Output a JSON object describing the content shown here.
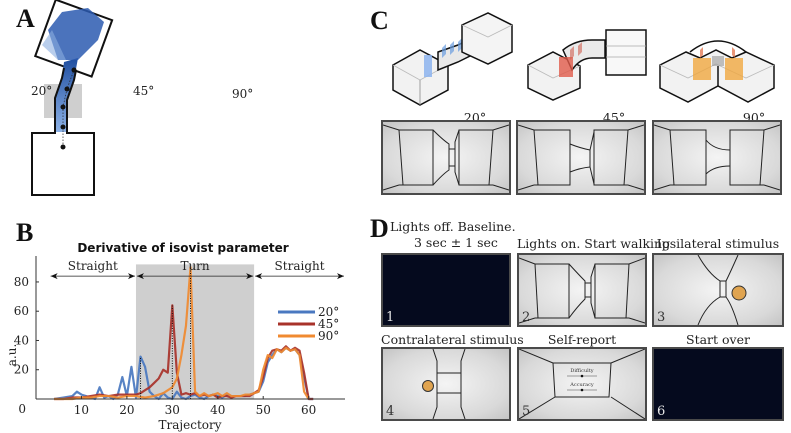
{
  "panels": {
    "A": {
      "letter": "A",
      "conditions": [
        {
          "angle_label": "20°",
          "color": "#3a6cc0"
        },
        {
          "angle_label": "45°",
          "color": "#a8322a"
        },
        {
          "angle_label": "90°",
          "color": "#f08a30"
        }
      ]
    },
    "B": {
      "letter": "B"
    },
    "C": {
      "letter": "C",
      "conditions": [
        {
          "angle_label": "20°",
          "accent": "#6a9ee0"
        },
        {
          "angle_label": "45°",
          "accent": "#e05a4a"
        },
        {
          "angle_label": "90°",
          "accent": "#f0a840"
        }
      ]
    },
    "D": {
      "letter": "D",
      "steps": [
        {
          "number": "1",
          "caption_line1": "Lights off. Baseline.",
          "caption_line2": "3 sec ± 1 sec",
          "screen": "dark"
        },
        {
          "number": "2",
          "caption_line1": "Lights on. Start walking",
          "screen": "corridor"
        },
        {
          "number": "3",
          "caption_line1": "Ipsilateral stimulus",
          "screen": "stimulus-right"
        },
        {
          "number": "4",
          "caption_line1": "Contralateral stimulus",
          "screen": "stimulus-left"
        },
        {
          "number": "5",
          "caption_line1": "Self-report",
          "screen": "report",
          "report_items": [
            "Difficulty",
            "Accuracy"
          ]
        },
        {
          "number": "6",
          "caption_line1": "Start over",
          "screen": "dark"
        }
      ],
      "stimulus_color": "#e0a450"
    }
  },
  "chart_data": {
    "type": "line",
    "title": "Derivative of isovist parameter",
    "xlabel": "Trajectory",
    "ylabel": "a.u.",
    "xlim": [
      0,
      68
    ],
    "ylim": [
      0,
      95
    ],
    "xticks": [
      10,
      20,
      30,
      40,
      50,
      60
    ],
    "yticks": [
      0,
      20,
      40,
      60,
      80
    ],
    "legend_position": "right",
    "shaded_region": {
      "x": [
        22,
        48
      ],
      "label": "Turn"
    },
    "phase_annotations": [
      {
        "label": "Straight",
        "x_range": [
          3,
          22
        ]
      },
      {
        "label": "Turn",
        "x_range": [
          22,
          48
        ]
      },
      {
        "label": "Straight",
        "x_range": [
          48,
          68
        ]
      }
    ],
    "peak_markers": [
      {
        "series": "20°",
        "x": 23,
        "y": 29
      },
      {
        "series": "45°",
        "x": 30,
        "y": 64
      },
      {
        "series": "90°",
        "x": 34,
        "y": 90
      }
    ],
    "series": [
      {
        "name": "20°",
        "color": "#4a78c0",
        "x": [
          4,
          6,
          8,
          9,
          10,
          11,
          12,
          13,
          14,
          15,
          16,
          17,
          18,
          19,
          20,
          21,
          22,
          23,
          24,
          25,
          26,
          27,
          28,
          29,
          30,
          31,
          32,
          33,
          34,
          35,
          36,
          37,
          38,
          39,
          40,
          41,
          42,
          43,
          44,
          45,
          46,
          47,
          48,
          49,
          50,
          51,
          52,
          53,
          54,
          55,
          56,
          57,
          58,
          59,
          60,
          61
        ],
        "y": [
          0,
          1,
          2,
          5,
          3,
          2,
          1,
          0,
          8,
          1,
          2,
          0,
          3,
          15,
          2,
          22,
          1,
          29,
          22,
          5,
          2,
          0,
          4,
          1,
          0,
          5,
          1,
          0,
          2,
          3,
          1,
          0,
          2,
          3,
          2,
          1,
          3,
          2,
          2,
          2,
          2,
          3,
          4,
          5,
          12,
          25,
          30,
          34,
          32,
          35,
          33,
          34,
          30,
          15,
          0,
          0
        ]
      },
      {
        "name": "45°",
        "color": "#a8322a",
        "x": [
          4,
          6,
          8,
          10,
          12,
          14,
          16,
          18,
          20,
          22,
          23,
          24,
          25,
          26,
          27,
          28,
          29,
          30,
          31,
          32,
          33,
          34,
          35,
          36,
          37,
          38,
          39,
          40,
          41,
          42,
          43,
          44,
          45,
          46,
          47,
          48,
          49,
          50,
          51,
          52,
          53,
          54,
          55,
          56,
          57,
          58,
          59,
          60,
          61
        ],
        "y": [
          0,
          0,
          1,
          1,
          2,
          3,
          2,
          3,
          3,
          3,
          4,
          6,
          8,
          11,
          14,
          20,
          18,
          64,
          18,
          3,
          4,
          3,
          4,
          2,
          3,
          2,
          3,
          1,
          2,
          2,
          1,
          2,
          2,
          2,
          2,
          4,
          6,
          15,
          28,
          33,
          34,
          33,
          36,
          33,
          35,
          33,
          18,
          0,
          0
        ]
      },
      {
        "name": "90°",
        "color": "#f08a30",
        "x": [
          4,
          6,
          8,
          10,
          12,
          14,
          16,
          18,
          20,
          22,
          24,
          26,
          28,
          30,
          31,
          32,
          33,
          34,
          35,
          36,
          37,
          38,
          39,
          40,
          41,
          42,
          43,
          44,
          45,
          46,
          47,
          48,
          49,
          50,
          51,
          52,
          53,
          54,
          55,
          56,
          57,
          58,
          59,
          60
        ],
        "y": [
          0,
          0,
          0,
          1,
          1,
          2,
          2,
          1,
          2,
          2,
          1,
          2,
          4,
          8,
          14,
          30,
          50,
          90,
          5,
          2,
          4,
          2,
          3,
          4,
          2,
          4,
          2,
          2,
          2,
          3,
          3,
          4,
          5,
          20,
          30,
          28,
          34,
          32,
          35,
          33,
          34,
          30,
          5,
          0
        ]
      }
    ]
  }
}
